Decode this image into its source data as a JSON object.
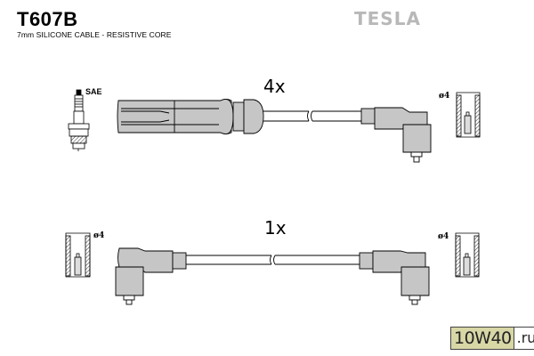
{
  "header": {
    "part_number": "T607B",
    "subtitle": "7mm SILICONE CABLE - RESISTIVE CORE",
    "brand": "TESLA"
  },
  "cables": [
    {
      "quantity_label": "4x",
      "left_end": "spark-plug-boot-straight",
      "right_end": "distributor-boot-angled",
      "left_label": "SAE",
      "right_label": "ø4"
    },
    {
      "quantity_label": "1x",
      "left_end": "coil-boot-angled",
      "right_end": "distributor-boot-angled",
      "left_label": "ø4",
      "right_label": "ø4"
    }
  ],
  "watermark": {
    "left_text": "10W40",
    "right_text": ".ru"
  },
  "colors": {
    "boot_fill": "#c6c6c6",
    "line": "#000000",
    "brand_gray": "#b8b8b8",
    "watermark_bg": "#d8d7a6"
  }
}
